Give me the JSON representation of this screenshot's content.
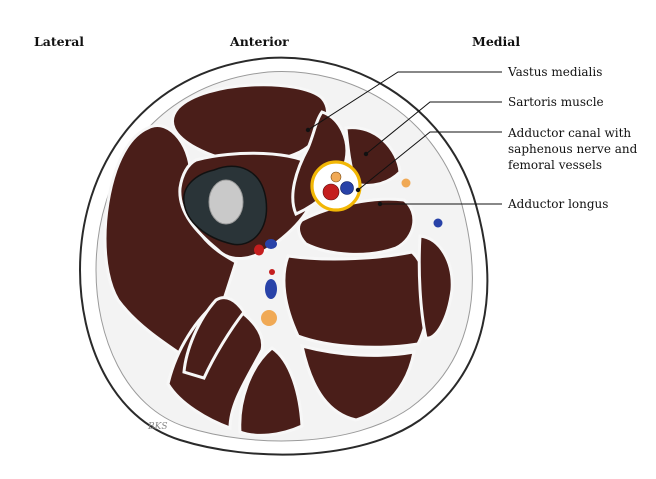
{
  "orientation": {
    "lateral": "Lateral",
    "anterior": "Anterior",
    "medial": "Medial"
  },
  "callouts": {
    "vastus_medialis": "Vastus medialis",
    "sartorius": "Sartoris muscle",
    "adductor_canal_line1": "Adductor canal with",
    "adductor_canal_line2": "saphenous nerve and",
    "adductor_canal_line3": "femoral vessels",
    "adductor_longus": "Adductor longus"
  },
  "signature": "BKS",
  "colors": {
    "muscle": "#4a1e19",
    "fascia": "#f3f3f3",
    "outline": "#2a2a2a",
    "bone_cortex": "#2a3438",
    "bone_marrow": "#c9c9c9",
    "artery": "#c41e1e",
    "vein": "#2842a8",
    "nerve": "#f0a955",
    "highlight_ring": "#f2b705"
  }
}
